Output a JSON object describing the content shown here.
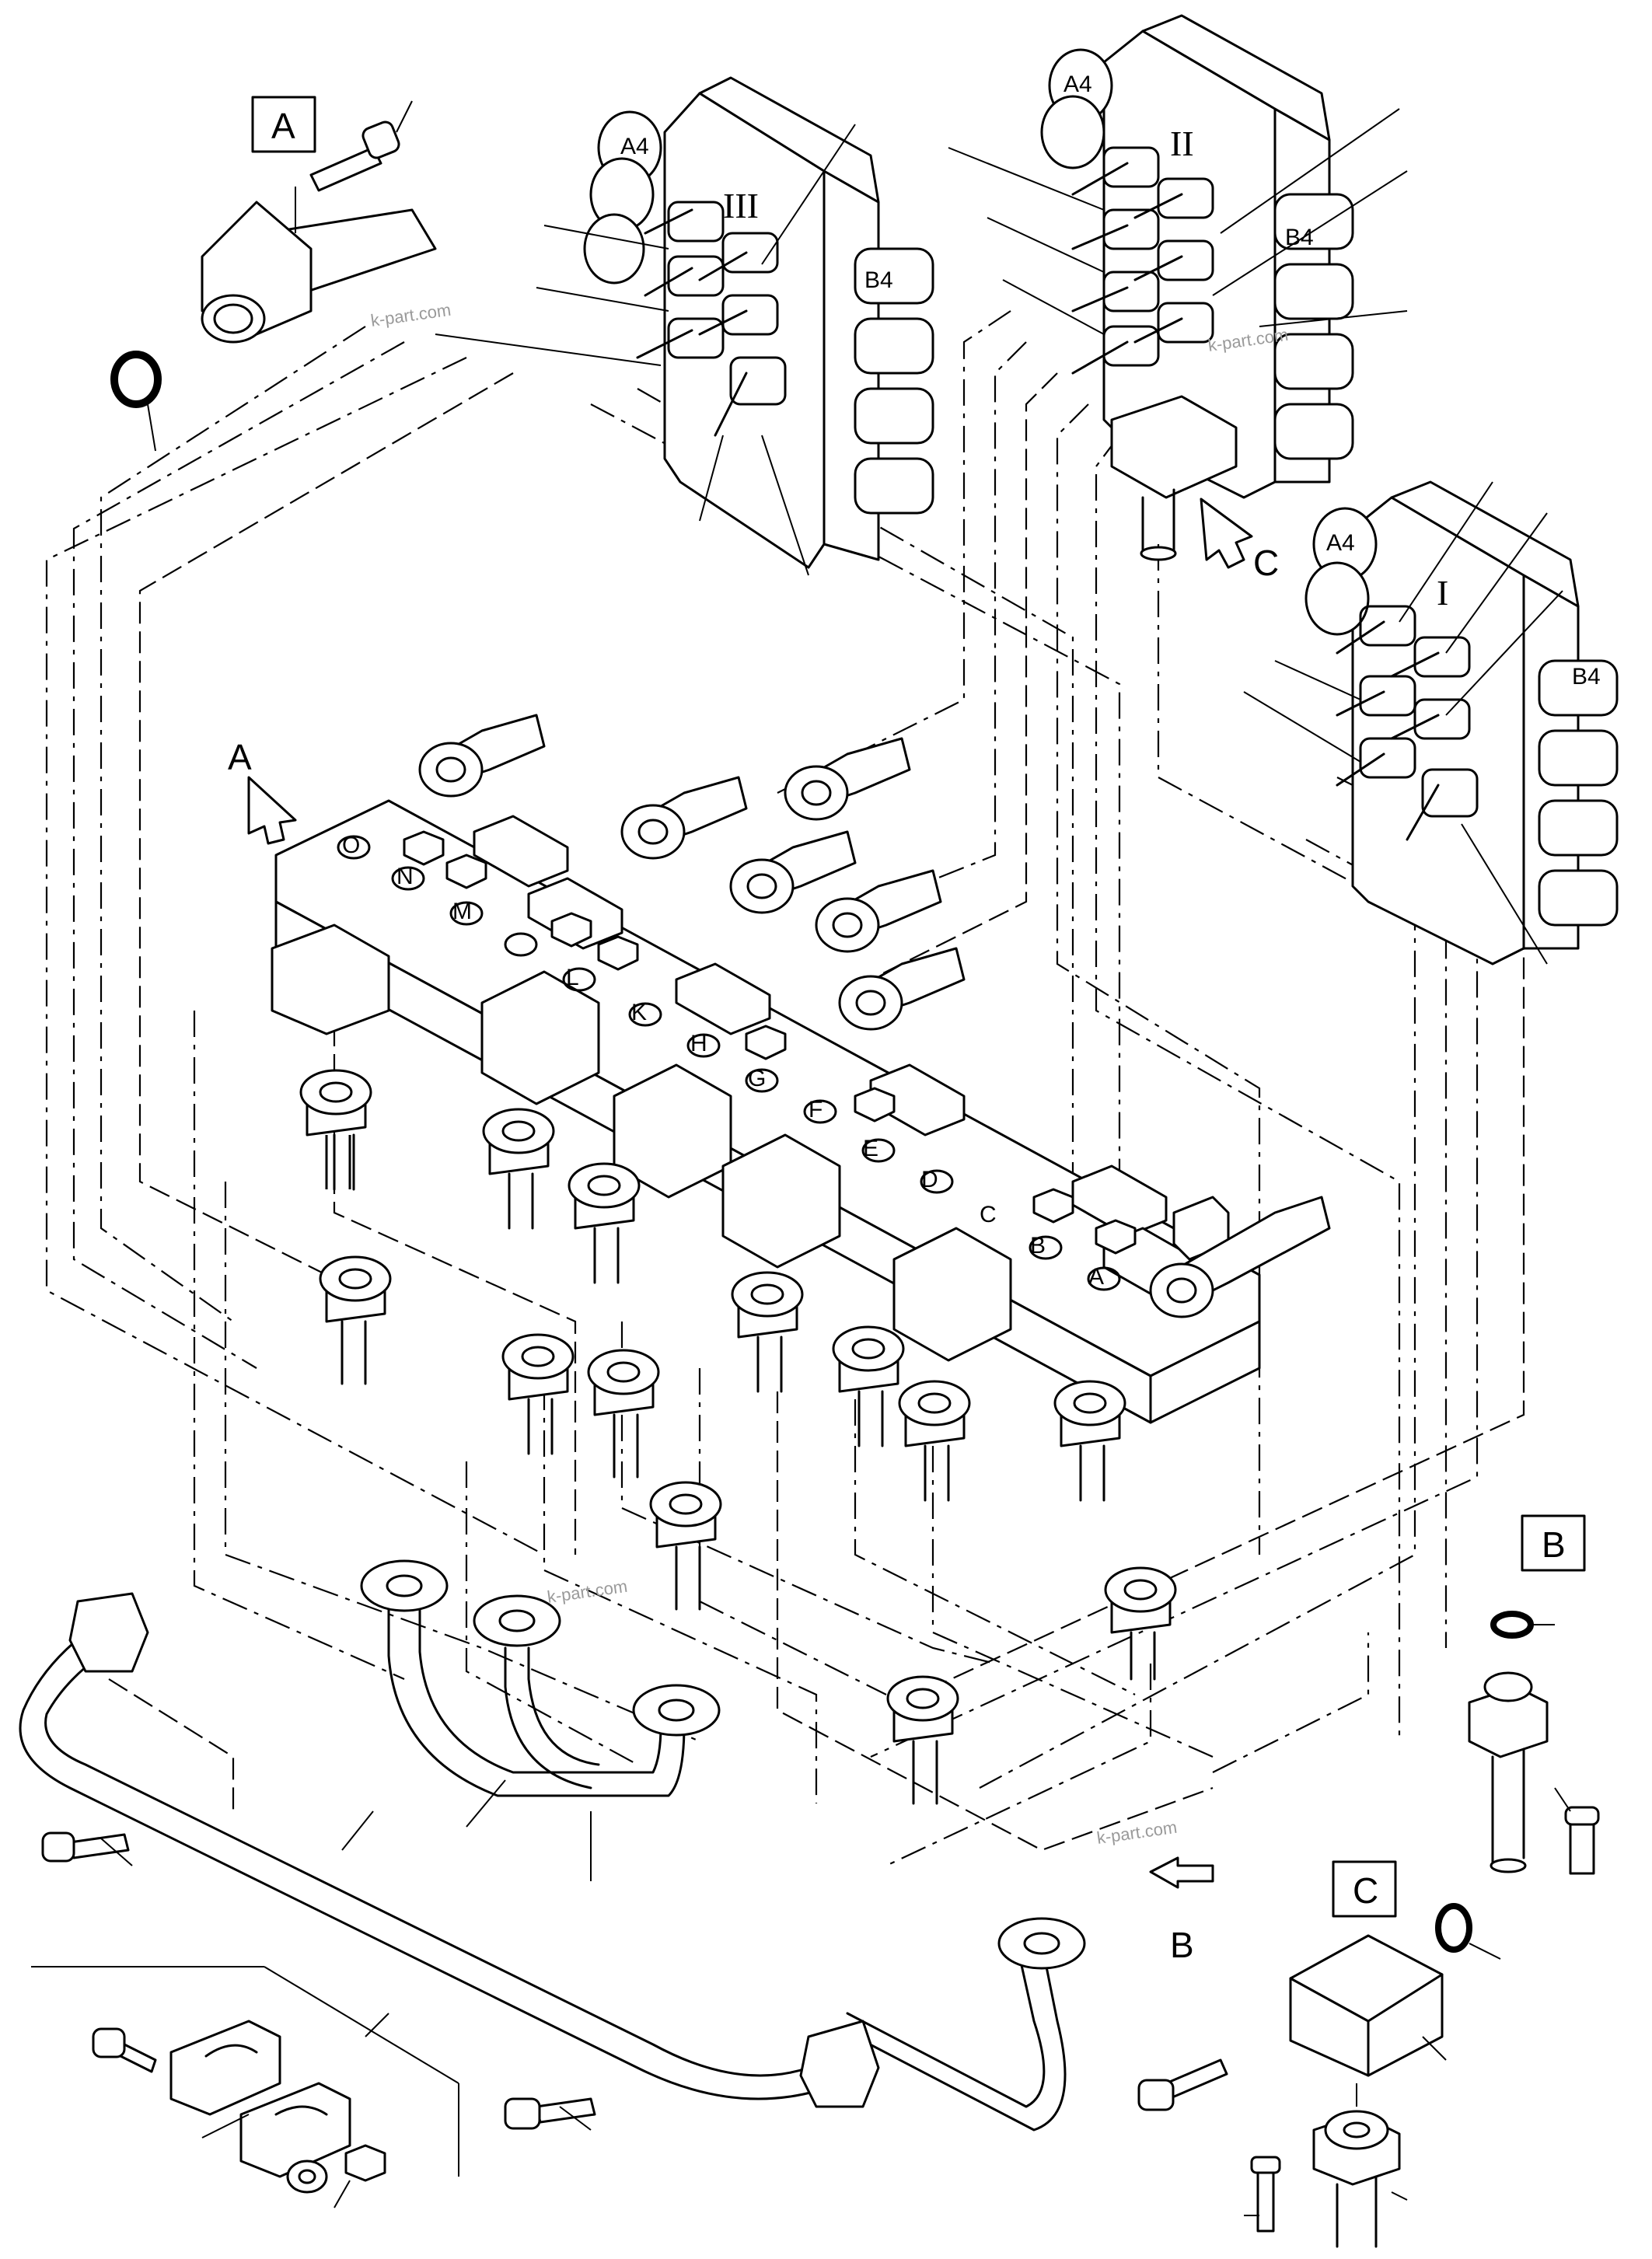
{
  "views": {
    "detail_a": "A",
    "detail_b": "B",
    "detail_c": "C"
  },
  "arrows": {
    "arrow_a": "A",
    "arrow_b": "B",
    "arrow_c": "C"
  },
  "valve_groups": {
    "upper_left": {
      "roman": "III",
      "a_label": "A4",
      "b_label": "B4"
    },
    "upper_right": {
      "roman": "II",
      "a_label": "A4",
      "b_label": "B4"
    },
    "right": {
      "roman": "I",
      "a_label": "A4",
      "b_label": "B4"
    }
  },
  "manifold_ports": [
    "A",
    "B",
    "C",
    "D",
    "E",
    "F",
    "G",
    "H",
    "K",
    "L",
    "M",
    "N",
    "O"
  ],
  "watermarks": [
    "k-part.com",
    "k-part.com",
    "k-part.com",
    "k-part.com"
  ]
}
